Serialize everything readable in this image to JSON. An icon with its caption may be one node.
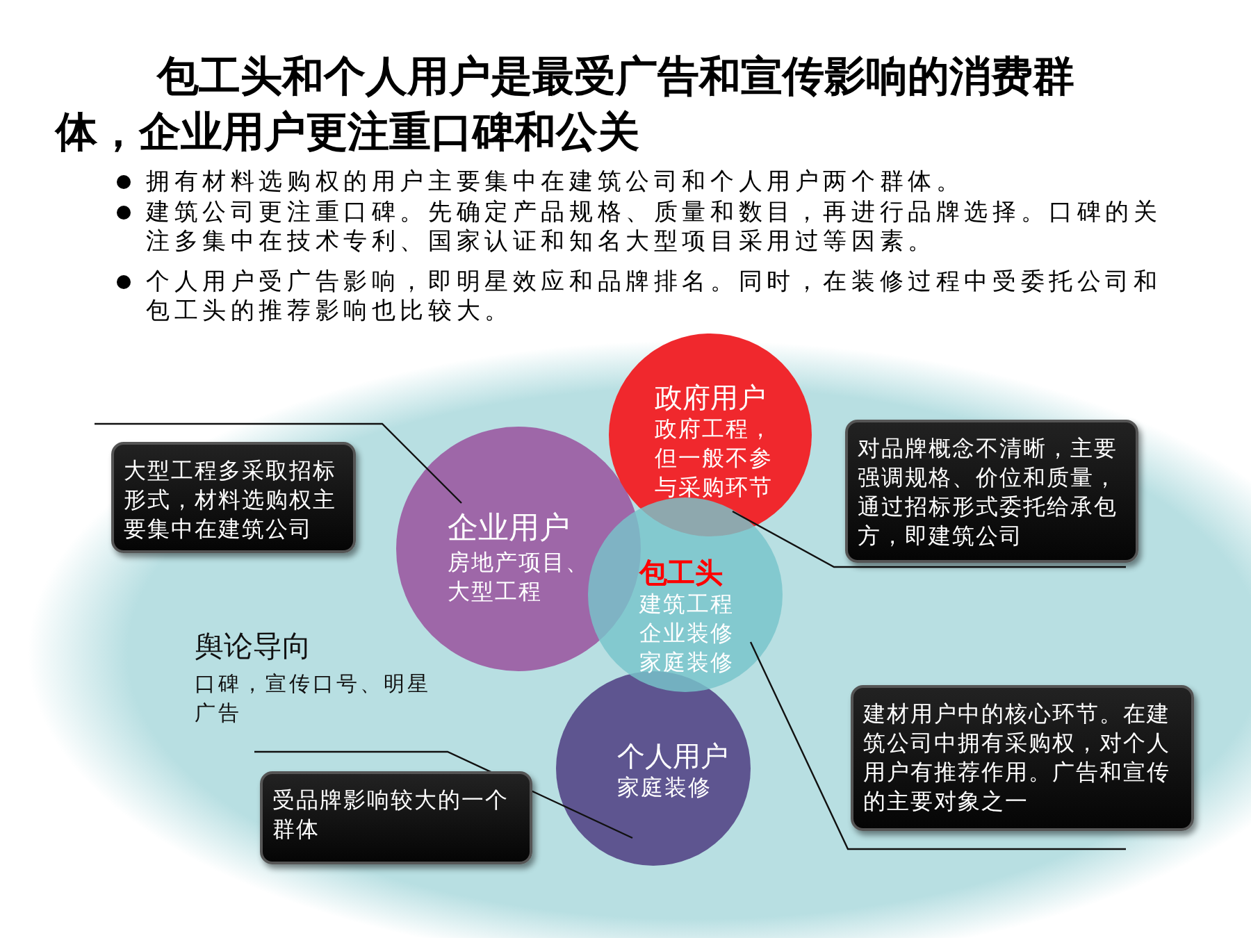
{
  "diagram": {
    "title": "包工头和个人用户是最受广告和宣传影响的消费群体，企业用户更注重口碑和公关",
    "nodes": [
      {
        "text": [
          "企业用户",
          "房地产项目、大型工程"
        ]
      },
      {
        "text": [
          "政府用户",
          "政府工程，但一般不参与采购环节"
        ]
      },
      {
        "text": [
          "包工头",
          "建筑工程企业装修家庭装修"
        ]
      },
      {
        "text": [
          "个人用户",
          "家庭装修"
        ]
      },
      {
        "text": [
          "大型工程多采取招标形式，材料选购权主要集中在建筑公司"
        ]
      },
      {
        "text": [
          "对品牌概念不清晰，主要强调规格、价位和质量，通过招标形式委托给承包方，即建筑公司"
        ]
      },
      {
        "text": [
          "建材用户中的核心环节。在建筑公司中拥有采购权，对个人用户有推荐作用。广告和宣传的主要对象之一"
        ]
      },
      {
        "text": [
          "受品牌影响较大的一个群体"
        ]
      }
    ],
    "edges": [
      {
        "from": 4,
        "to": 0,
        "arrow": "none"
      },
      {
        "from": 5,
        "to": 1,
        "arrow": "none"
      },
      {
        "from": 6,
        "to": 2,
        "arrow": "none"
      },
      {
        "from": 7,
        "to": 3,
        "arrow": "none"
      }
    ],
    "labels": [
      "拥有材料选购权的用户主要集中在建筑公司和个人用户两个群体。",
      "建筑公司更注重口碑。先确定产品规格、质量和数目，再进行品牌选择。口碑的关注多集中在技术专利、国家认证和知名大型项目采用过等因素。",
      "个人用户受广告影响，即明星效应和品牌排名。同时，在装修过程中受委托公司和包工头的推荐影响也比较大。",
      "舆论导向",
      "口碑，宣传口号、明星广告"
    ]
  }
}
